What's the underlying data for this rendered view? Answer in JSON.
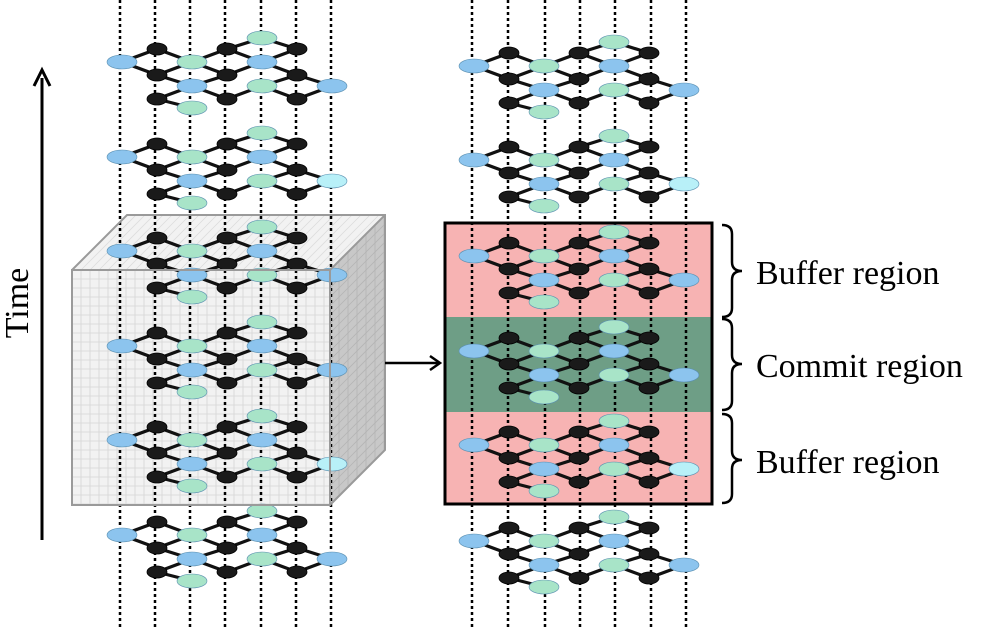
{
  "axis": {
    "label": "Time"
  },
  "regions": {
    "top_label": "Buffer region",
    "middle_label": "Commit region",
    "bottom_label": "Buffer region"
  },
  "colors": {
    "background": "#ffffff",
    "buffer_fill": "#f7b3b3",
    "commit_fill": "#6e9e86",
    "node_black": "#1a1a1a",
    "node_blue": "#8cc4ee",
    "node_green": "#a8e4c8",
    "node_cyan": "#b8f0f8",
    "edge": "#111111",
    "cube_face": "#f2f2f2",
    "cube_side": "#c8c8c8",
    "grid_line": "#d4d4d4"
  }
}
